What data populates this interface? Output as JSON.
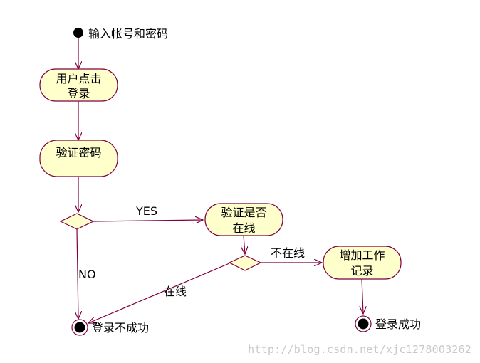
{
  "colors": {
    "node_fill": "#ffffcc",
    "stroke": "#800040",
    "dot": "#000000",
    "watermark": "#c9c9c9"
  },
  "nodes": {
    "start_label": "输入帐号和密码",
    "user_login_line1": "用户点击",
    "user_login_line2": "登录",
    "verify_password": "验证密码",
    "check_online_line1": "验证是否",
    "check_online_line2": "在线",
    "add_record_line1": "增加工作",
    "add_record_line2": "记录",
    "end_fail_label": "登录不成功",
    "end_success_label": "登录成功"
  },
  "edges": {
    "yes_label": "YES",
    "no_label": "NO",
    "online_label": "在线",
    "not_online_label": "不在线"
  },
  "watermark": "http://blog.csdn.net/xjc1278003262"
}
